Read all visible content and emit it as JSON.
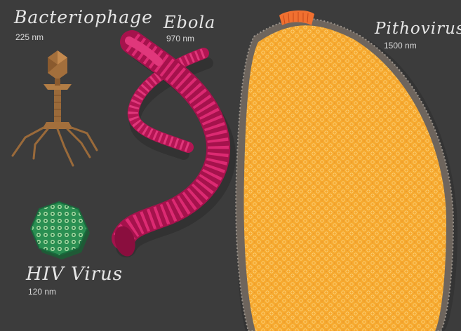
{
  "viruses": {
    "bacteriophage": {
      "name": "Bacteriophage",
      "size": "225 nm"
    },
    "ebola": {
      "name": "Ebola",
      "size": "970 nm"
    },
    "pithovirus": {
      "name": "Pithovirus",
      "size": "1500 nm"
    },
    "hiv": {
      "name": "HIV Virus",
      "size": "120 nm"
    }
  },
  "colors": {
    "background": "#3c3c3c",
    "bacteriophage": "#9a6a3a",
    "ebola": "#c4195f",
    "pithovirus_body": "#f4a62e",
    "pithovirus_wall": "#6e655d",
    "pithovirus_cork": "#f07030",
    "hiv": "#2f9a5a"
  },
  "icons": [
    "bacteriophage-illustration",
    "ebola-illustration",
    "pithovirus-illustration",
    "hiv-illustration"
  ]
}
